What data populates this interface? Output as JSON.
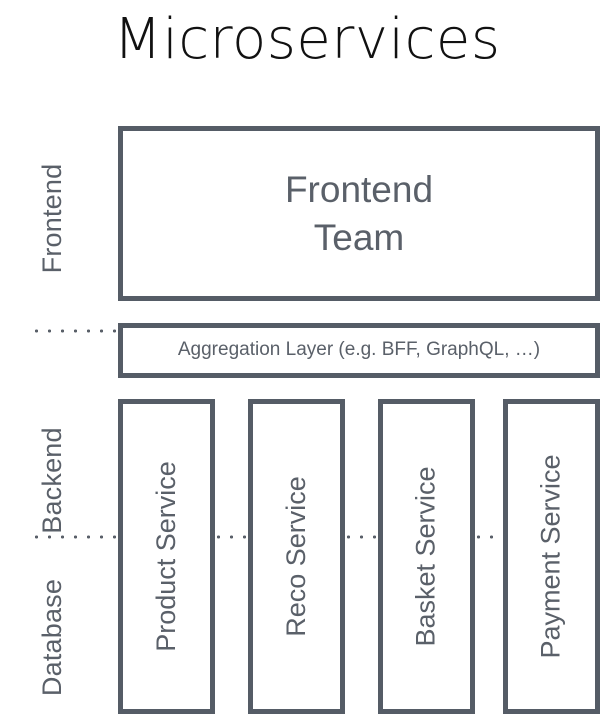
{
  "diagram": {
    "title": "Microservices",
    "colors": {
      "stroke": "#555c66",
      "text": "#5a6069",
      "title": "#111111",
      "background": "#ffffff"
    },
    "bands": [
      {
        "label": "Frontend"
      },
      {
        "label": "Backend"
      },
      {
        "label": "Database"
      }
    ],
    "boxes": {
      "frontend_team": "Frontend\nTeam",
      "aggregation_layer": "Aggregation Layer (e.g. BFF, GraphQL, …)"
    },
    "services": [
      {
        "label": "Product Service"
      },
      {
        "label": "Reco Service"
      },
      {
        "label": "Basket Service"
      },
      {
        "label": "Payment Service"
      }
    ]
  }
}
